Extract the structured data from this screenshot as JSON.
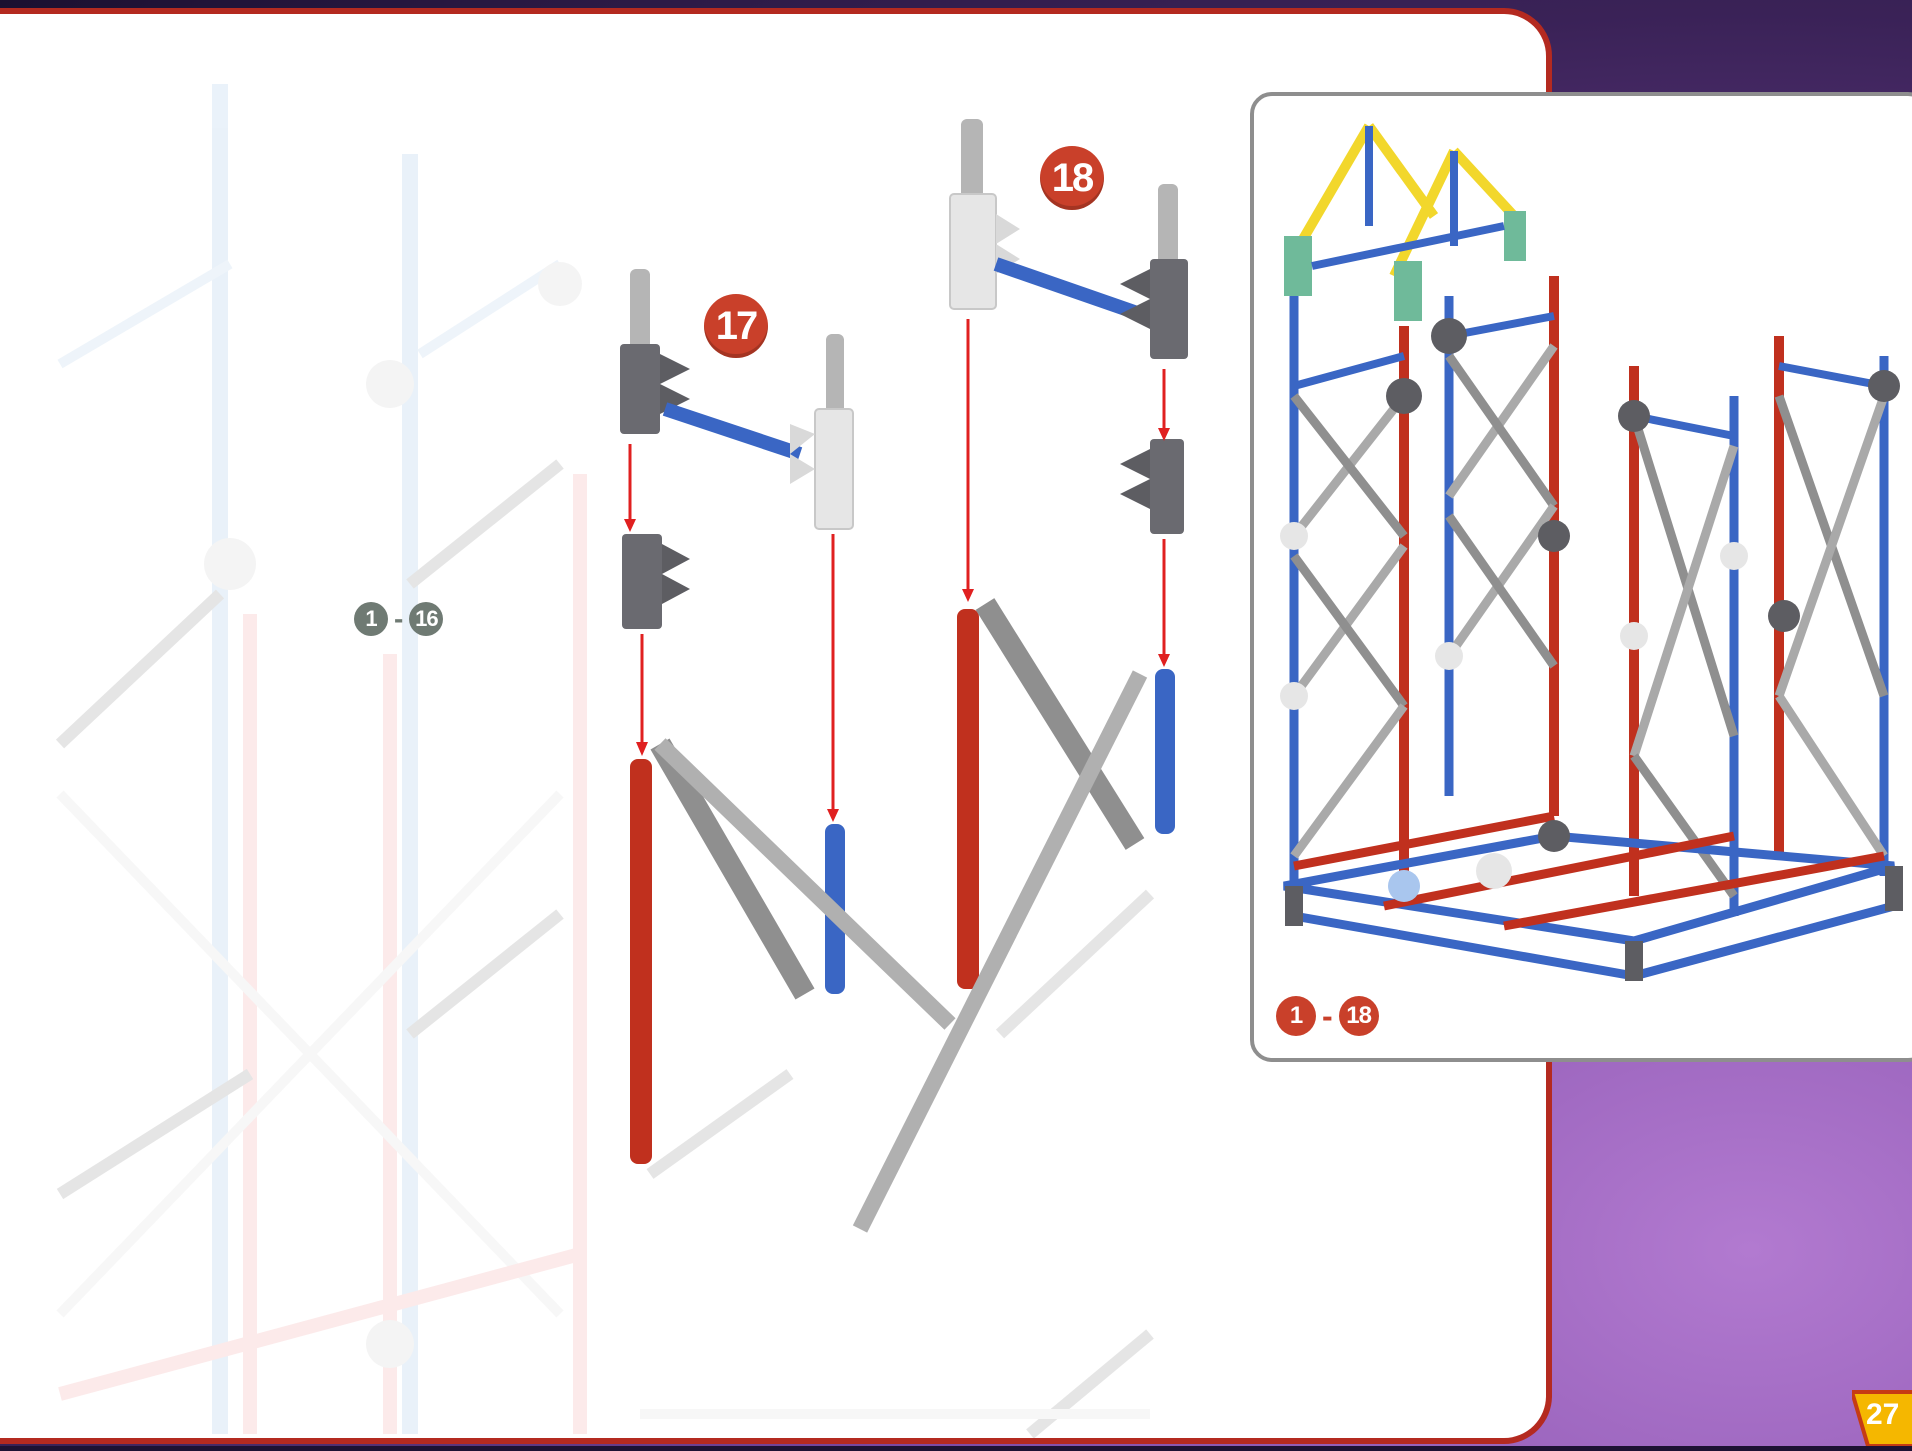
{
  "page": {
    "number": "27",
    "accent_color": "#b42a20",
    "background_color": "#7e4aa6"
  },
  "steps": [
    {
      "label": "17"
    },
    {
      "label": "18"
    }
  ],
  "previous_steps": {
    "from": "1",
    "to": "16",
    "separator": "-"
  },
  "completed_steps": {
    "from": "1",
    "to": "18",
    "separator": "-"
  },
  "parts_colors": {
    "red_rod": "#c0301e",
    "blue_rod": "#3a66c4",
    "gray_rod": "#a9a9a9",
    "dark_connector": "#5d5d62",
    "white_connector": "#e6e6e6",
    "yellow_rod": "#f2d72c",
    "green_connector": "#6fba9a"
  }
}
